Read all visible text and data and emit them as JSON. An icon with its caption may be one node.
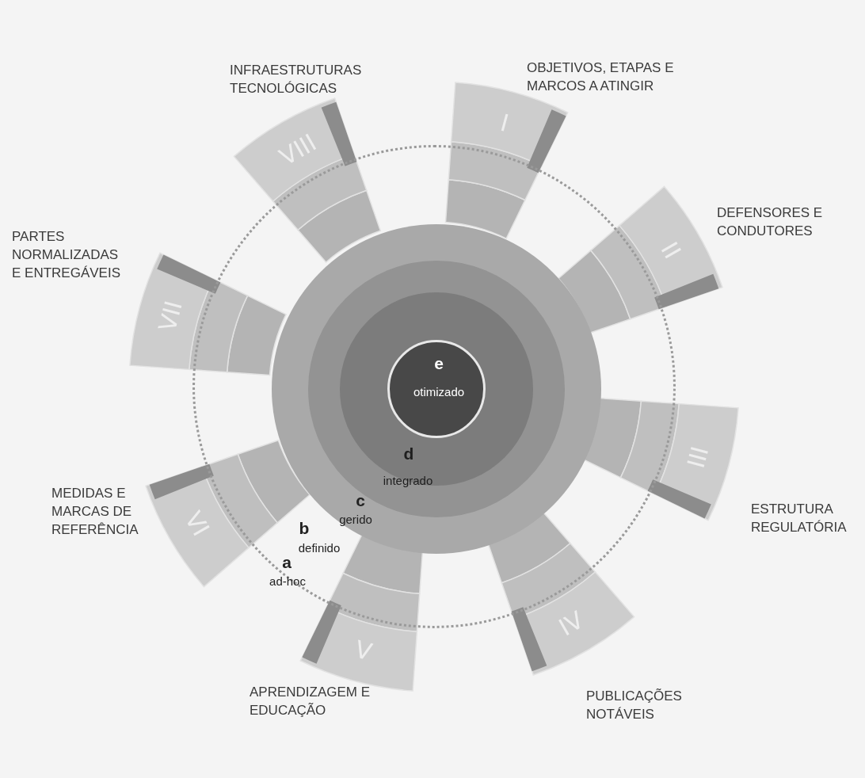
{
  "diagram": {
    "nodes": [
      {
        "text": [
          "a",
          "ad-hoc"
        ]
      },
      {
        "text": [
          "b",
          "definido"
        ],
        "in": 0
      },
      {
        "text": [
          "c",
          "gerido"
        ],
        "in": 1
      },
      {
        "text": [
          "d",
          "integrado"
        ],
        "in": 2
      },
      {
        "text": [
          "e",
          "otimizado"
        ],
        "in": 3
      },
      {
        "text": [
          "I",
          "OBJETIVOS, ETAPAS E MARCOS A ATINGIR"
        ]
      },
      {
        "text": [
          "II",
          "DEFENSORES E CONDUTORES"
        ]
      },
      {
        "text": [
          "III",
          "ESTRUTURA REGULATÓRIA"
        ]
      },
      {
        "text": [
          "IV",
          "PUBLICAÇÕES NOTÁVEIS"
        ]
      },
      {
        "text": [
          "V",
          "APRENDIZAGEM E EDUCAÇÃO"
        ]
      },
      {
        "text": [
          "VI",
          "MEDIDAS E MARCAS DE REFERÊNCIA"
        ]
      },
      {
        "text": [
          "VII",
          "PARTES NORMALIZADAS E ENTREGÁVEIS"
        ]
      },
      {
        "text": [
          "VIII",
          "INFRAESTRUTURAS TECNOLÓGICAS"
        ]
      }
    ],
    "edges": []
  }
}
